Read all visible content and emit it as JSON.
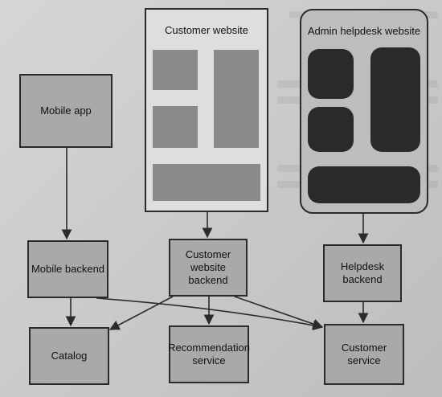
{
  "nodes": {
    "customer_website": "Customer website",
    "admin_helpdesk": "Admin helpdesk website",
    "mobile_app": "Mobile app",
    "mobile_backend": "Mobile backend",
    "customer_website_backend_l1": "Customer",
    "customer_website_backend_l2": "website",
    "customer_website_backend_l3": "backend",
    "helpdesk_backend_l1": "Helpdesk",
    "helpdesk_backend_l2": "backend",
    "catalog": "Catalog",
    "recommendation_l1": "Recommendation",
    "recommendation_l2": "service",
    "customer_service_l1": "Customer",
    "customer_service_l2": "service"
  },
  "colors": {
    "box_fill": "#a9a9a7",
    "site_fill": "#dedede",
    "admin_fill": "#bdbdbd",
    "placeholder_light": "#8a8a88",
    "placeholder_dark": "#2a2a2a",
    "line": "#2b2b2b"
  }
}
